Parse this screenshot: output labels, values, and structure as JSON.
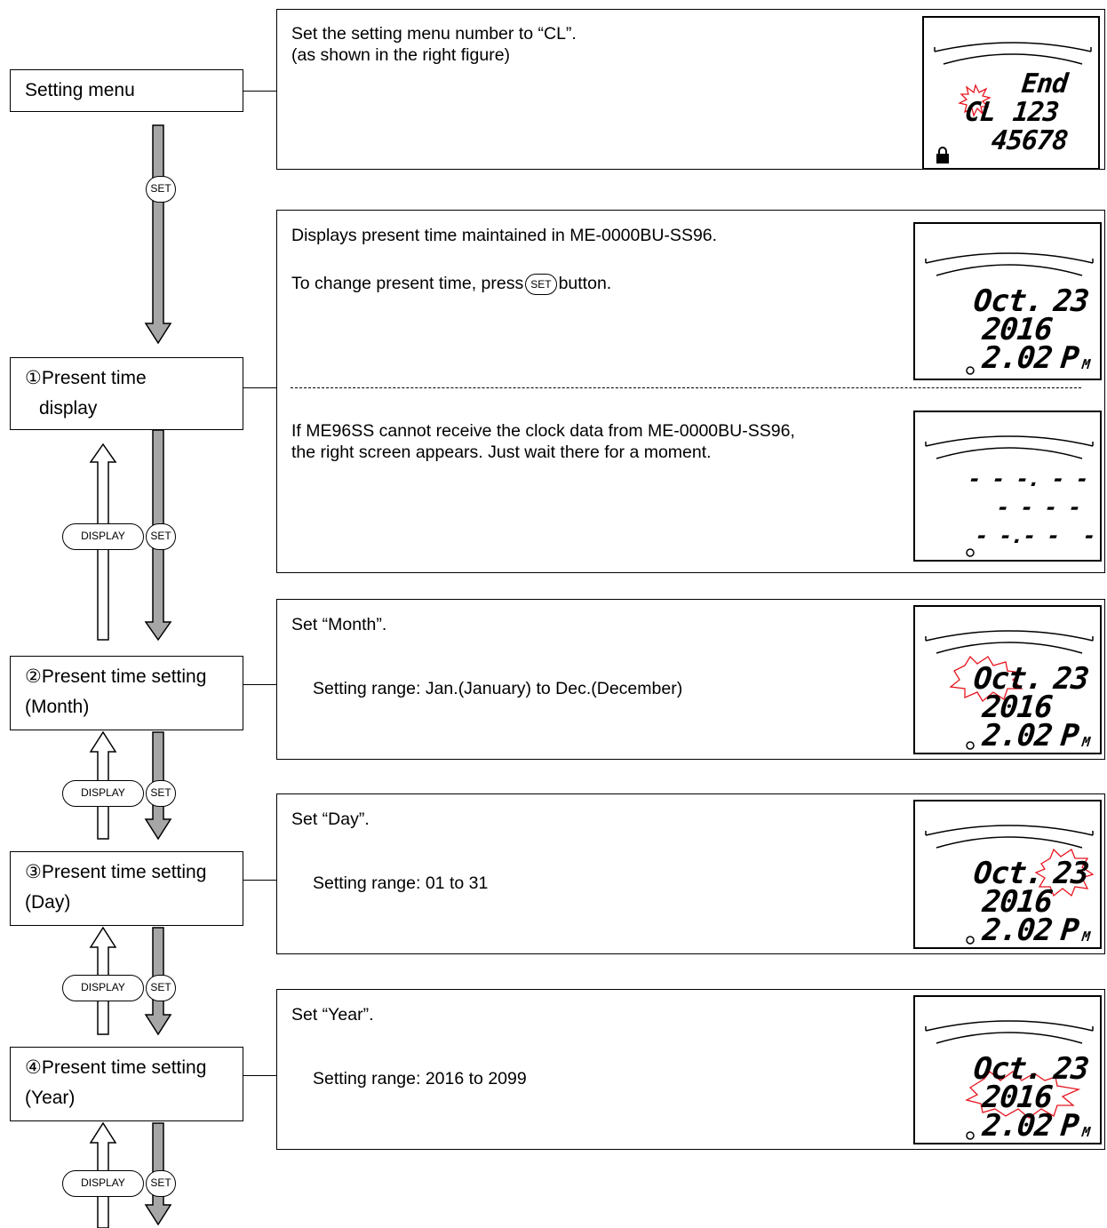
{
  "steps": {
    "menu": "Setting menu",
    "s1": {
      "l1": "①Present time",
      "l2": "display"
    },
    "s2": {
      "l1": "②Present time setting",
      "l2": "(Month)"
    },
    "s3": {
      "l1": "③Present time setting",
      "l2": "(Day)"
    },
    "s4": {
      "l1": "④Present time setting",
      "l2": "(Year)"
    }
  },
  "keys": {
    "set": "SET",
    "display": "DISPLAY"
  },
  "panels": {
    "menu": {
      "line1": "Set the setting menu number to “CL”.",
      "line2": "(as shown in the right figure)"
    },
    "display": {
      "line1": "Displays present time maintained in ME-0000BU-SS96.",
      "line2_pre": "To change present time, press",
      "line2_post": "button.",
      "line3": "If ME96SS cannot receive the clock data from ME-0000BU-SS96,",
      "line4": "the right screen appears. Just wait there for a moment."
    },
    "month": {
      "title": "Set “Month”.",
      "range": "Setting range: Jan.(January) to Dec.(December)"
    },
    "day": {
      "title": "Set “Day”.",
      "range": "Setting range: 01 to 31"
    },
    "year": {
      "title": "Set “Year”.",
      "range": "Setting range: 2016 to 2099"
    }
  },
  "lcd": {
    "menu": {
      "row1": "End",
      "row2a": "CL",
      "row2b": "123",
      "row3": "45678"
    },
    "time": {
      "month": "Oct.",
      "day": "23",
      "year": "2016",
      "time": "2.02",
      "ampm": "P",
      "m": "M"
    },
    "wait": {
      "row1": "- - -. - -",
      "row2": "- - - -",
      "row3": "- -.- -  -"
    }
  },
  "colors": {
    "blink": "#e8141e",
    "arrow_gray": "#a6a6a6"
  }
}
